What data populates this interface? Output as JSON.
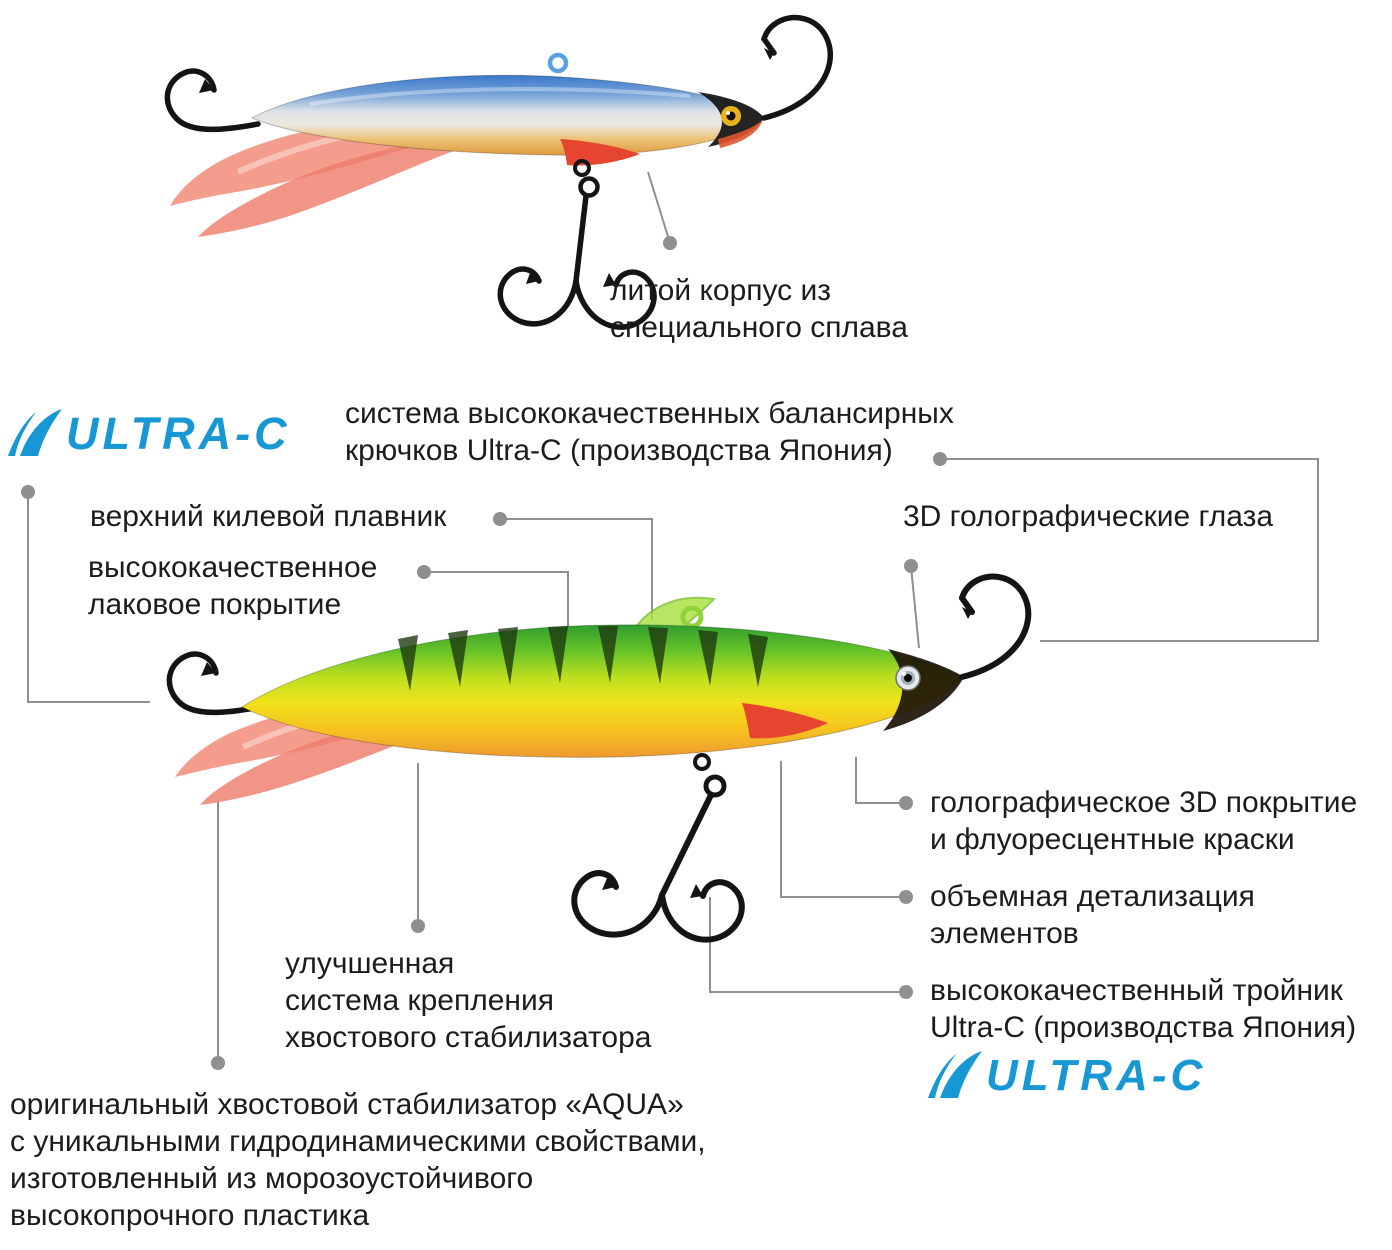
{
  "meta": {
    "background": "#ffffff",
    "text_color": "#1c1c1c",
    "line_color": "#8f8f8f",
    "accent_blue": "#1798d5"
  },
  "brand": {
    "logo_text": "ULTRA-C"
  },
  "labels": {
    "cast_body": "литой корпус из\nспециального сплава",
    "hook_system": "система высококачественных балансирных\nкрючков Ultra-C (производства Япония)",
    "keel_fin": "верхний килевой плавник",
    "lacquer": "высококачественное\nлаковое покрытие",
    "holo_eyes": "3D голографические глаза",
    "holo_coating": "голографическое 3D покрытие\nи флуоресцентные краски",
    "detailing": "объемная детализация\nэлементов",
    "treble_hook": "высококачественный тройник\nUltra-C (производства Япония)",
    "tail_mount": "улучшенная\nсистема крепления\nхвостового стабилизатора",
    "tail_stabilizer": "оригинальный хвостовой стабилизатор «AQUA»\nс уникальными гидродинамическими свойствами,\nизготовленный из морозоустойчивого\nвысокопрочного пластика"
  }
}
